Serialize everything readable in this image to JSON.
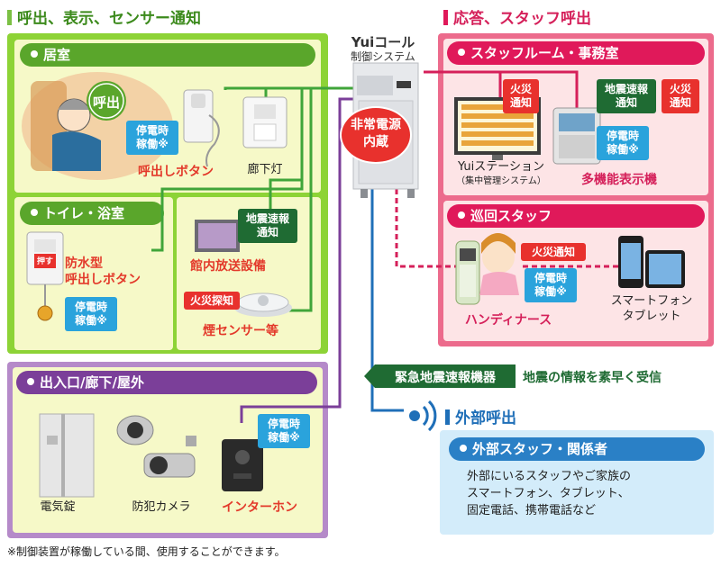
{
  "sections": {
    "left_title": "呼出、表示、センサー通知",
    "right_title": "応答、スタッフ呼出",
    "external_title": "外部呼出"
  },
  "controller": {
    "brand": "Yuiコール",
    "brand_sub": "制御システム",
    "power_label": "非常電源\n内蔵"
  },
  "room": {
    "title": "居室",
    "call_bubble": "呼出",
    "power_tag": "停電時\n稼働※",
    "call_button": "呼出しボタン",
    "corridor_light": "廊下灯"
  },
  "toilet": {
    "title": "トイレ・浴室",
    "button_face": "押す",
    "waterproof_button": "防水型\n呼出しボタン",
    "power_tag": "停電時\n稼働※"
  },
  "broadcast": {
    "earthquake_tag": "地震速報\n通知",
    "label": "館内放送設備"
  },
  "smoke": {
    "fire_tag": "火災探知",
    "label": "煙センサー等"
  },
  "entrance": {
    "title": "出入口/廊下/屋外",
    "lock": "電気錠",
    "camera": "防犯カメラ",
    "intercom": "インターホン",
    "power_tag": "停電時\n稼働※"
  },
  "staff_room": {
    "title": "スタッフルーム・事務室",
    "fire_tag_1": "火災\n通知",
    "earthquake_tag": "地震速報\n通知",
    "fire_tag_2": "火災\n通知",
    "power_tag": "停電時\n稼働※",
    "station": "Yuiステーション",
    "station_sub": "（集中管理システム）",
    "display": "多機能表示機"
  },
  "patrol": {
    "title": "巡回スタッフ",
    "fire_tag": "火災通知",
    "power_tag": "停電時\n稼働※",
    "handy": "ハンディナース",
    "smartphone": "スマートフォン\nタブレット"
  },
  "quake_device": {
    "label": "緊急地震速報機器",
    "desc": "地震の情報を素早く受信"
  },
  "external": {
    "box_title": "外部スタッフ・関係者",
    "desc": "外部にいるスタッフやご家族の\nスマートフォン、タブレット、\n固定電話、携帯電話など"
  },
  "footnote": "※制御装置が稼働している間、使用することができます。",
  "colors": {
    "green_frame": "#8dd336",
    "green_fill": "#f6f9c8",
    "green_pill": "#5aa62b",
    "purple_frame": "#9a6ab3",
    "purple_pill": "#7b3f99",
    "pink_frame": "#ec6b8c",
    "pink_fill": "#fde4e6",
    "pink_pill": "#e0195a",
    "blue_fill": "#d3ecfa",
    "blue_pill": "#2a80c6",
    "wire_green": "#40a53a",
    "wire_purple": "#7b3f99",
    "wire_pink": "#d5205a",
    "wire_blue": "#1f6fb8"
  }
}
